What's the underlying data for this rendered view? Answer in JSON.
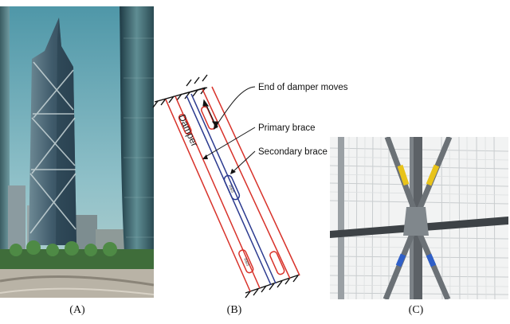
{
  "captions": {
    "a": "(A)",
    "b": "(B)",
    "c": "(C)"
  },
  "diagram": {
    "damper_label": "Damper",
    "callouts": {
      "end_of_damper": "End of damper moves",
      "primary_brace": "Primary brace",
      "secondary_brace": "Secondary brace"
    },
    "rbs_label": "RBS",
    "colors": {
      "primary_brace": "#2b3a8f",
      "secondary_brace": "#d8322a",
      "ground": "#111111"
    }
  },
  "photo_a": {
    "subject": "skyscraper-photo"
  },
  "render_c": {
    "subject": "steel-frame-render",
    "colors": {
      "upper_damper": "#e8c31a",
      "lower_damper": "#2f5fc8",
      "steel": "#5c6166"
    }
  }
}
